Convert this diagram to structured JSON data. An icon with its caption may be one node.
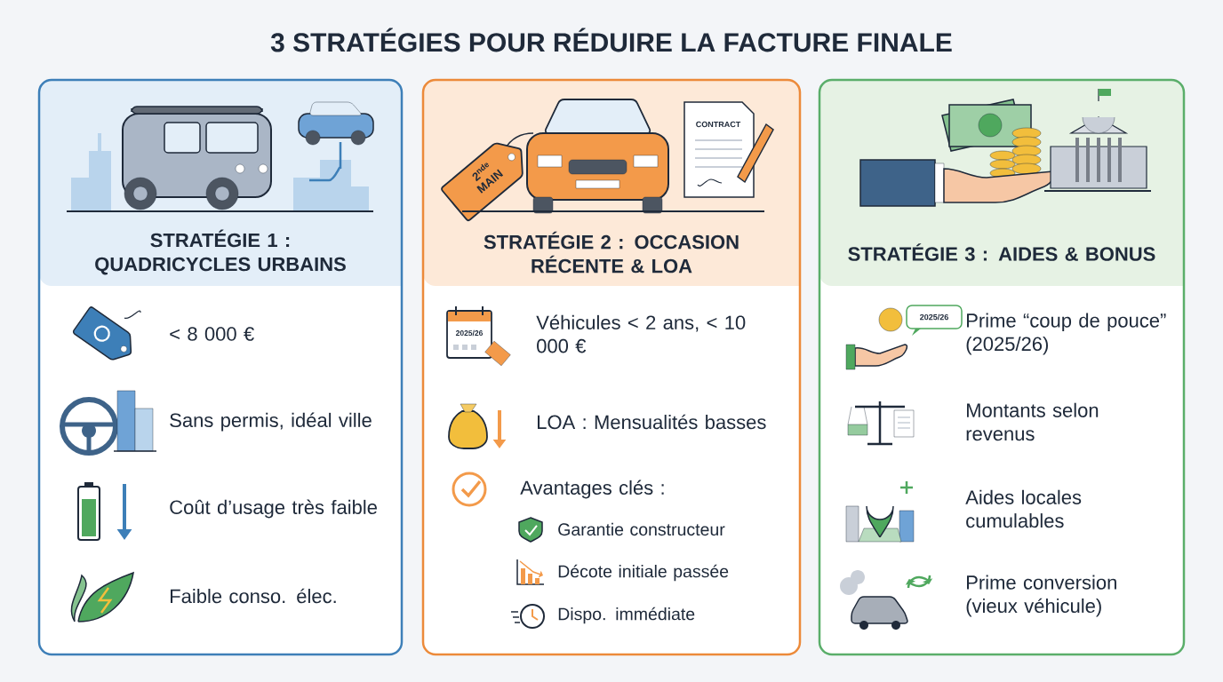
{
  "diagram": {
    "title": "3 STRATÉGIES POUR RÉDUIRE LA FACTURE FINALE",
    "nodes": [
      {
        "text": [
          "STRATÉGIE 1 : QUADRICYCLES URBAINS",
          "< 8 000 €",
          "Sans permis, idéal ville",
          "Coût d’usage très faible",
          "Faible conso. élec."
        ]
      },
      {
        "text": [
          "STRATÉGIE 2 : OCCASION RÉCENTE & LOA",
          "Véhicules < 2 ans, < 10 000 €",
          "LOA : Mensualités basses",
          "Avantages clés :",
          "Garantie constructeur",
          "Décote initiale passée",
          "Dispo. immédiate"
        ]
      },
      {
        "text": [
          "STRATÉGIE 3 : AIDES & BONUS",
          "Prime “coup de pouce” (2025/26)",
          "Montants selon revenus",
          "Aides locales cumulables",
          "Prime conversion (vieux véhicule)"
        ]
      }
    ],
    "labels": [
      "2$^{nde}$ MAIN",
      "CONTRACT",
      "2025/26",
      "2025/26"
    ]
  }
}
